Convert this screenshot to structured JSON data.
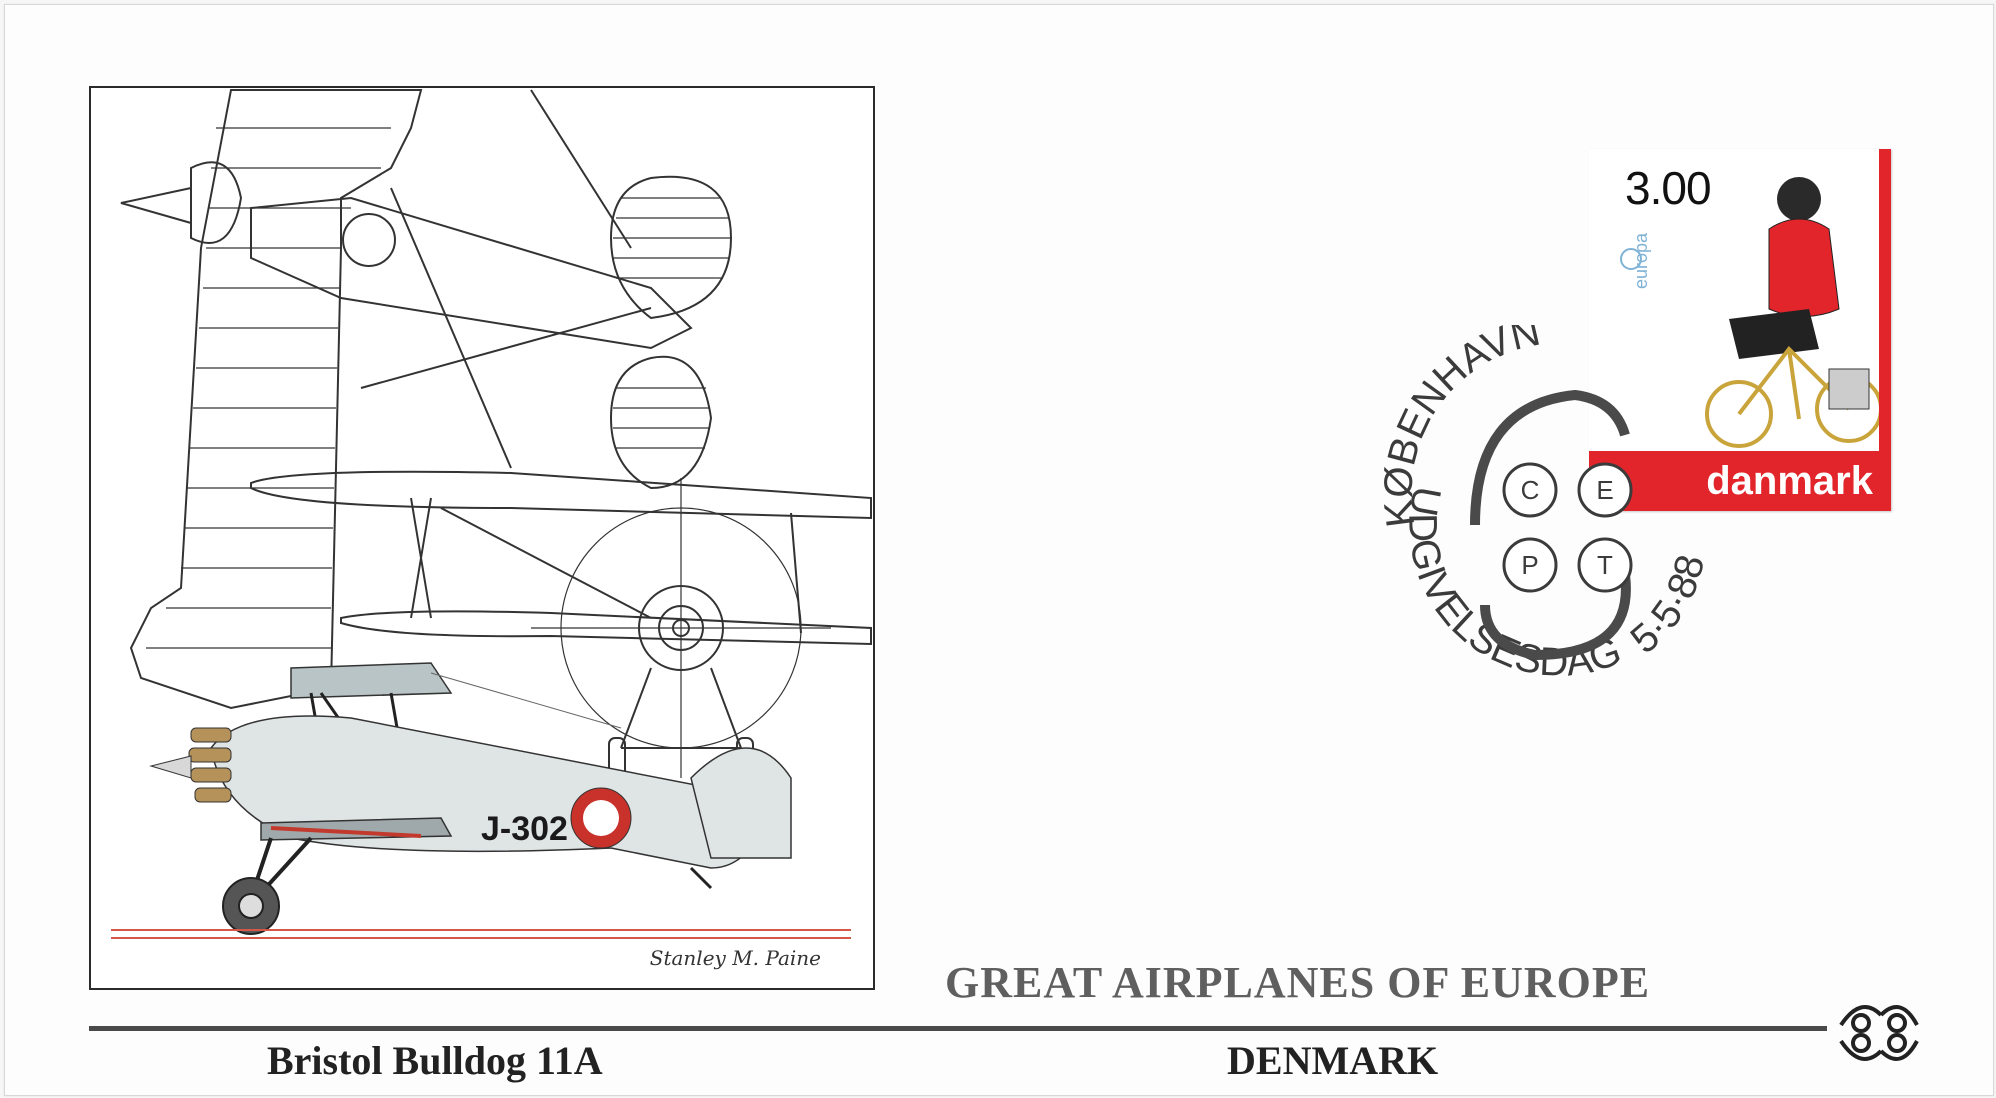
{
  "cover": {
    "series_title": "GREAT AIRPLANES OF EUROPE",
    "plane_name": "Bristol Bulldog 11A",
    "country": "DENMARK",
    "signature": "Stanley M. Paine",
    "aircraft_marking": "J-302"
  },
  "stamp": {
    "value": "3.00",
    "europa_text": "europa",
    "country": "danmark"
  },
  "postmark": {
    "city": "KØBENHAVN",
    "inscription": "UDGIVELSESDAG",
    "date": "5·5·88",
    "letters": [
      "C",
      "E",
      "P",
      "T"
    ]
  },
  "colors": {
    "stamp_red": "#e2242b",
    "ink": "#222222",
    "title_grey": "#5f5f5f",
    "postmark_ink": "#3b3b3b"
  }
}
